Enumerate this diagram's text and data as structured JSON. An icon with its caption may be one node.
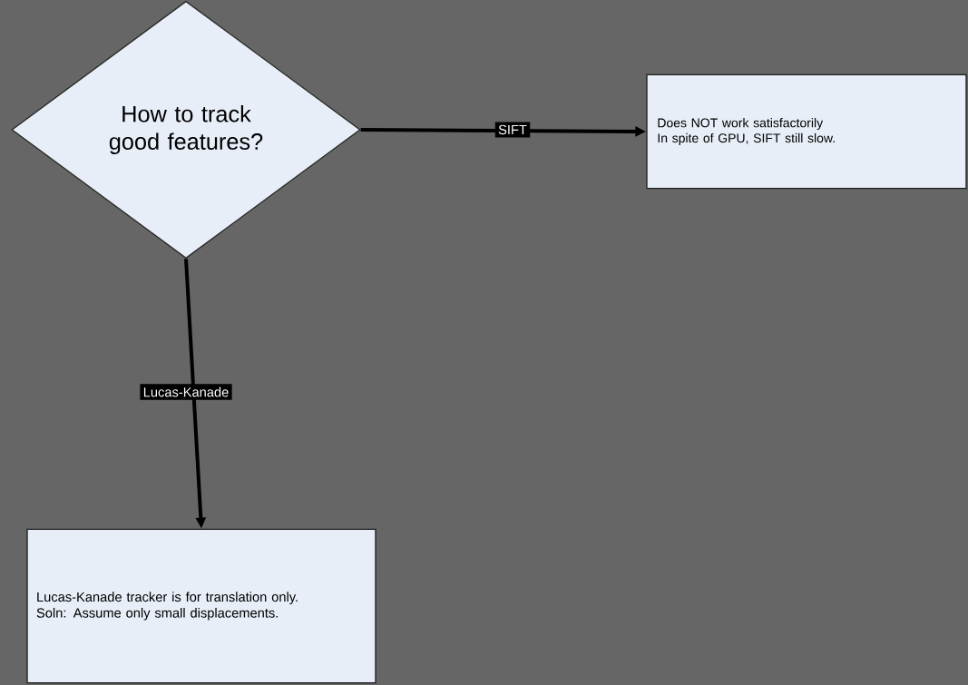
{
  "diagram": {
    "nodes": [
      {
        "text": [
          "How to track good features?"
        ]
      },
      {
        "text": [
          "Does NOT work satisfactorily",
          "In spite of GPU, SIFT still slow."
        ]
      },
      {
        "text": [
          "Lucas-Kanade tracker is for translation only.",
          "Soln: Assume only small displacements."
        ]
      }
    ],
    "edges": [
      {
        "from": 0,
        "to": 1,
        "arrow": "to",
        "label": "SIFT"
      },
      {
        "from": 0,
        "to": 2,
        "arrow": "to",
        "label": "Lucas-Kanade"
      }
    ]
  }
}
